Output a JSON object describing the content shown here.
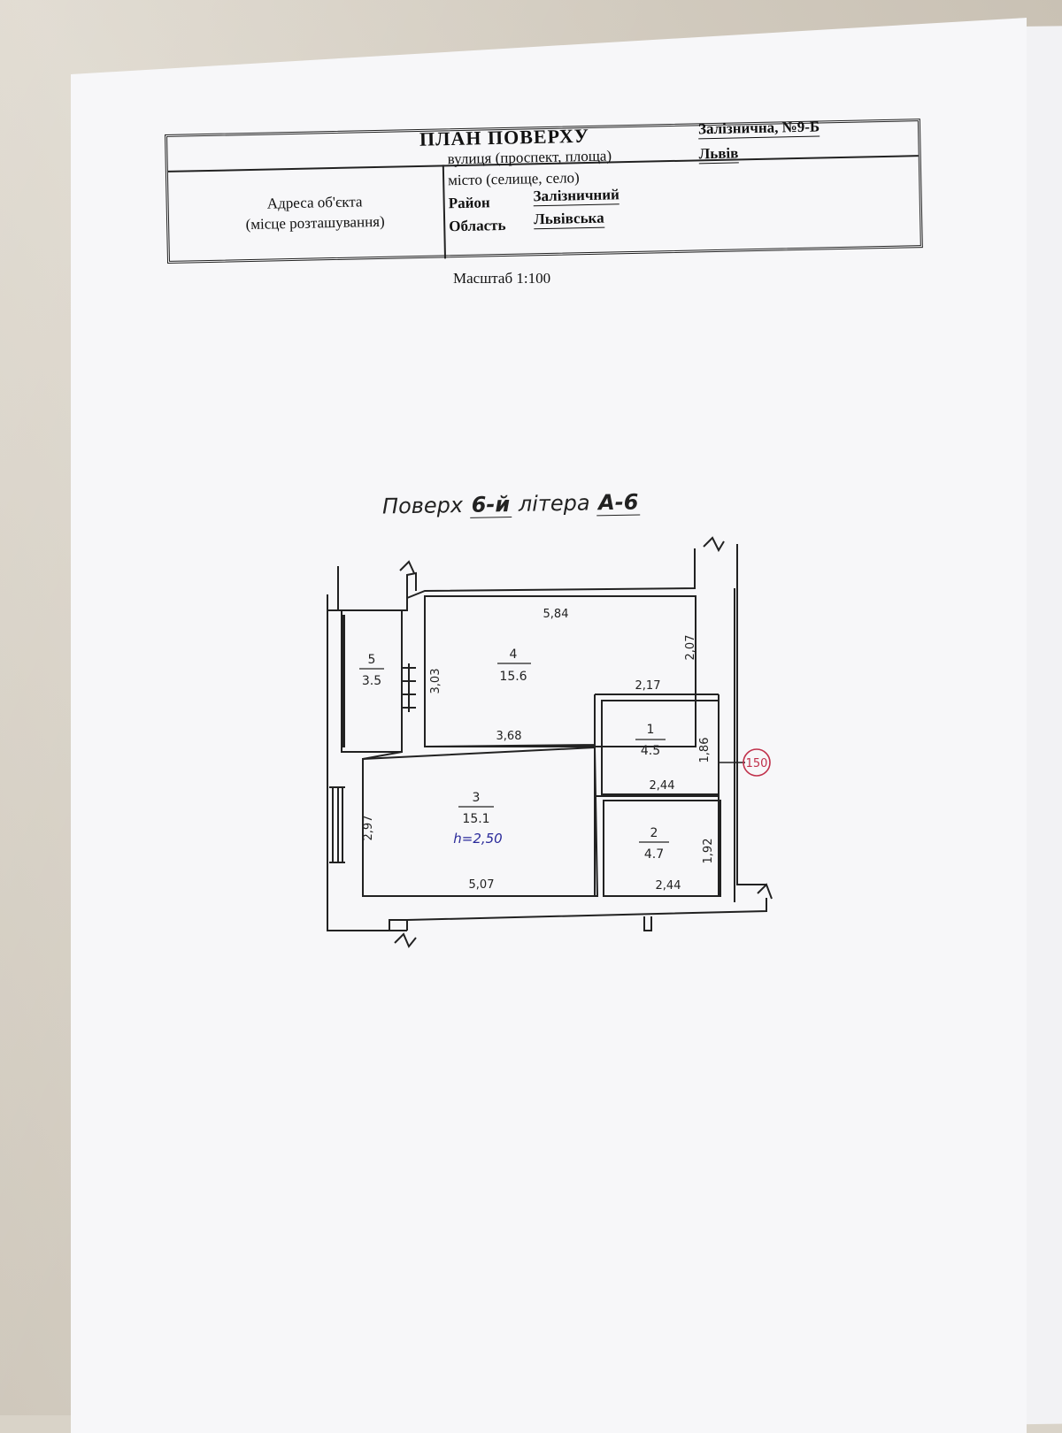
{
  "document": {
    "title": "ПЛАН ПОВЕРХУ",
    "address_caption_line1": "Адреса об'єкта",
    "address_caption_line2": "(місце розташування)",
    "street_label": "вулиця (проспект, площа)",
    "street_value": "Залізнична, №9-Б",
    "city_label": "місто (селище, село)",
    "city_value": "Львів",
    "district_label": "Район",
    "district_value": "Залізничний",
    "region_label": "Область",
    "region_value": "Львівська",
    "scale": "Масштаб  1:100"
  },
  "floor": {
    "prefix": "Поверх",
    "number": "6-й",
    "letter_label": "літера",
    "letter": "А-6"
  },
  "rooms": [
    {
      "id": "1",
      "area": "4.5"
    },
    {
      "id": "2",
      "area": "4.7"
    },
    {
      "id": "3",
      "area": "15.1",
      "height": "h=2,50"
    },
    {
      "id": "4",
      "area": "15.6"
    },
    {
      "id": "5",
      "area": "3.5"
    }
  ],
  "dimensions": {
    "room4_top": "5,84",
    "room4_right": "2,07",
    "room4_bottom": "3,68",
    "room4_left": "3,03",
    "room1_top": "2,17",
    "room1_right": "1,86",
    "room1_bottom": "2,44",
    "room2_bottom": "2,44",
    "room2_right": "1,92",
    "room3_left": "2,97",
    "room3_bottom": "5,07"
  },
  "stamp": "150"
}
